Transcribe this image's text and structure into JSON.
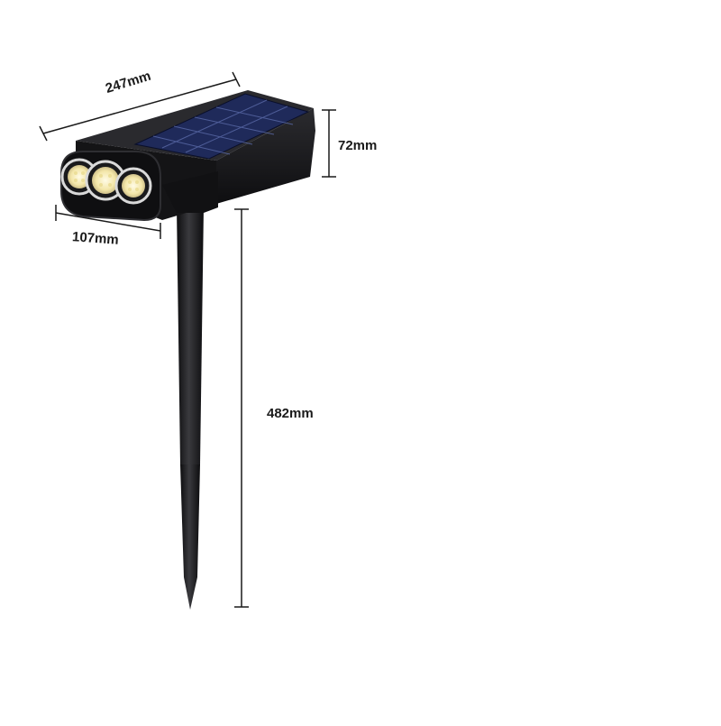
{
  "dimensions": {
    "width": "247mm",
    "height": "72mm",
    "depth": "107mm",
    "stake_length": "482mm"
  },
  "colors": {
    "body": "#1c1c1e",
    "panel": "#1f2a5a",
    "panel_grid": "#5a6aa8",
    "led_warm": "#f3e6a8",
    "led_ring": "#d9d9d9",
    "stroke": "#1a1a1a"
  },
  "icons": [
    "solar-panel-icon",
    "led-head-icon",
    "ground-stake-icon"
  ]
}
